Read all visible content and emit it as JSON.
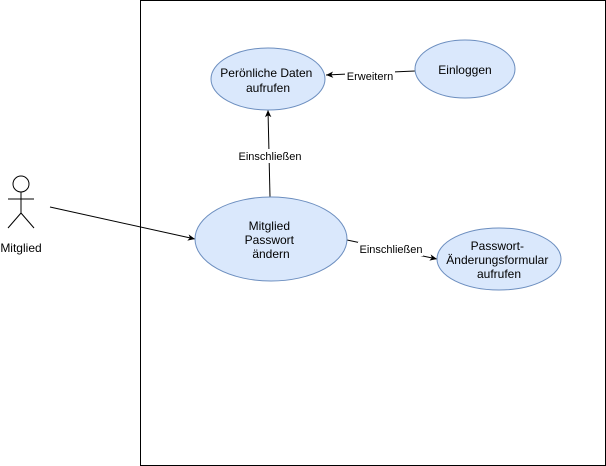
{
  "diagram": {
    "actor": {
      "label": "Mitglied"
    },
    "use_cases": {
      "personal_data": {
        "lines": [
          "Perönliche Daten",
          "aufrufen"
        ]
      },
      "login": {
        "lines": [
          "Einloggen"
        ]
      },
      "change_password": {
        "lines": [
          "Mitglied",
          "Passwort",
          "ändern"
        ]
      },
      "change_form": {
        "lines": [
          "Passwort-",
          "Änderungsformular",
          "aufrufen"
        ]
      }
    },
    "relations": {
      "extend_label": "Erweitern",
      "include_up_label": "Einschließen",
      "include_right_label": "Einschließen"
    },
    "colors": {
      "use_case_fill": "#dae8fc",
      "use_case_stroke": "#6c8ebf",
      "line": "#000000",
      "boundary": "#000000"
    }
  }
}
